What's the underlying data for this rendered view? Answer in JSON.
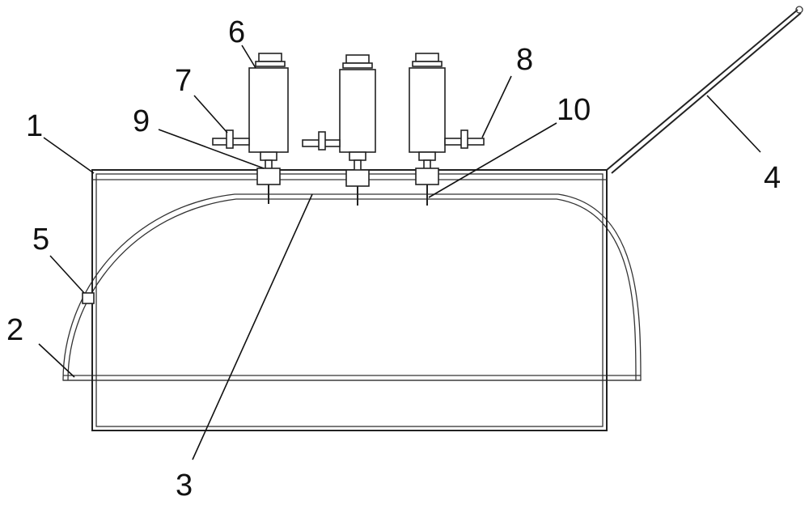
{
  "diagram": {
    "labels": {
      "l1": "1",
      "l2": "2",
      "l3": "3",
      "l4": "4",
      "l5": "5",
      "l6": "6",
      "l7": "7",
      "l8": "8",
      "l9": "9",
      "l10": "10"
    }
  }
}
